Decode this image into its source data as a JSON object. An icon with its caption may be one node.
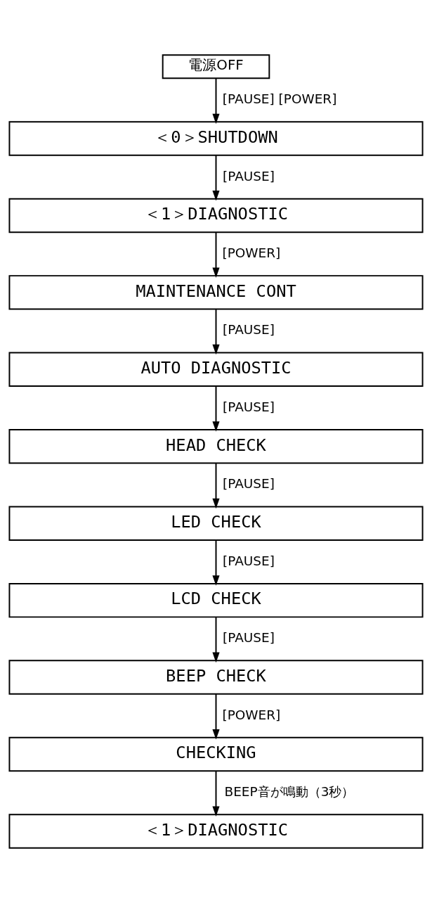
{
  "diagram": {
    "nodes": [
      {
        "text": [
          "電源OFF"
        ]
      },
      {
        "text": [
          "＜0＞SHUTDOWN"
        ]
      },
      {
        "text": [
          "＜1＞DIAGNOSTIC"
        ]
      },
      {
        "text": [
          "MAINTENANCE CONT"
        ]
      },
      {
        "text": [
          "AUTO DIAGNOSTIC"
        ]
      },
      {
        "text": [
          "HEAD CHECK"
        ]
      },
      {
        "text": [
          "LED CHECK"
        ]
      },
      {
        "text": [
          "LCD CHECK"
        ]
      },
      {
        "text": [
          "BEEP CHECK"
        ]
      },
      {
        "text": [
          "CHECKING"
        ]
      },
      {
        "text": [
          "＜1＞DIAGNOSTIC"
        ]
      }
    ],
    "edges": [
      {
        "from": 0,
        "to": 1,
        "arrow": "to",
        "label": "[PAUSE] [POWER]"
      },
      {
        "from": 1,
        "to": 2,
        "arrow": "to",
        "label": "[PAUSE]"
      },
      {
        "from": 2,
        "to": 3,
        "arrow": "to",
        "label": "[POWER]"
      },
      {
        "from": 3,
        "to": 4,
        "arrow": "to",
        "label": "[PAUSE]"
      },
      {
        "from": 4,
        "to": 5,
        "arrow": "to",
        "label": "[PAUSE]"
      },
      {
        "from": 5,
        "to": 6,
        "arrow": "to",
        "label": "[PAUSE]"
      },
      {
        "from": 6,
        "to": 7,
        "arrow": "to",
        "label": "[PAUSE]"
      },
      {
        "from": 7,
        "to": 8,
        "arrow": "to",
        "label": "[PAUSE]"
      },
      {
        "from": 8,
        "to": 9,
        "arrow": "to",
        "label": "[POWER]"
      },
      {
        "from": 9,
        "to": 10,
        "arrow": "to",
        "label": "BEEP音が鳴動（3秒）"
      }
    ]
  }
}
